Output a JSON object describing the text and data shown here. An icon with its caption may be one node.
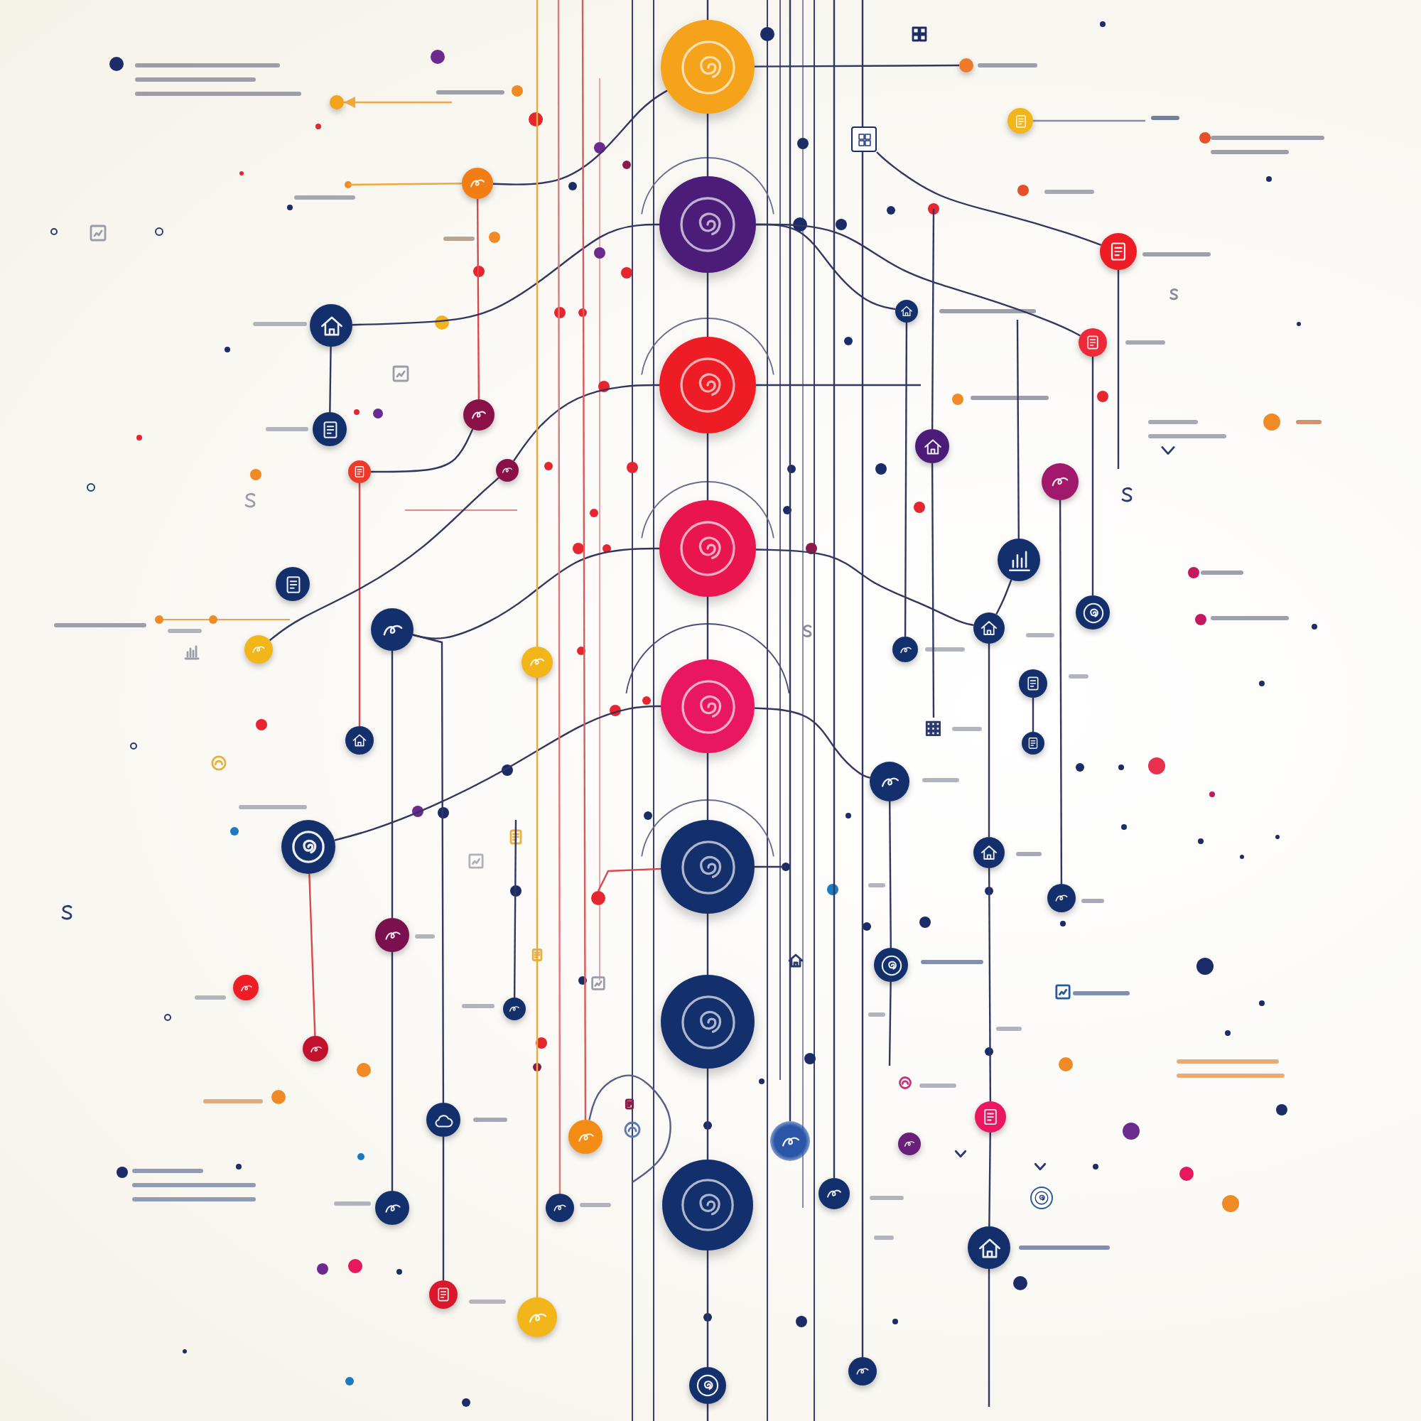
{
  "diagram": {
    "nodes": [
      {
        "text": [],
        "shape": "circle"
      },
      {
        "text": [],
        "shape": "circle"
      },
      {
        "text": [],
        "shape": "circle"
      },
      {
        "text": [],
        "shape": "circle"
      },
      {
        "text": [],
        "shape": "circle"
      },
      {
        "text": [],
        "shape": "circle"
      },
      {
        "text": [],
        "shape": "circle"
      },
      {
        "text": [],
        "shape": "circle"
      },
      {
        "text": [],
        "shape": "circle"
      },
      {
        "text": [],
        "shape": "circle"
      },
      {
        "text": [],
        "shape": "circle"
      },
      {
        "text": [],
        "shape": "circle"
      },
      {
        "text": [],
        "shape": "circle"
      },
      {
        "text": [],
        "shape": "circle"
      },
      {
        "text": [],
        "shape": "circle"
      },
      {
        "text": [],
        "shape": "circle"
      },
      {
        "text": [],
        "shape": "circle"
      },
      {
        "text": [],
        "shape": "circle"
      },
      {
        "text": [],
        "shape": "circle"
      },
      {
        "text": [],
        "shape": "circle"
      },
      {
        "text": [],
        "shape": "circle"
      },
      {
        "text": [],
        "shape": "circle"
      },
      {
        "text": [],
        "shape": "circle"
      },
      {
        "text": [],
        "shape": "circle"
      },
      {
        "text": [],
        "shape": "circle"
      },
      {
        "text": [],
        "shape": "circle"
      },
      {
        "text": [],
        "shape": "circle"
      },
      {
        "text": [],
        "shape": "circle"
      },
      {
        "text": [],
        "shape": "circle"
      },
      {
        "text": [],
        "shape": "circle"
      },
      {
        "text": [],
        "shape": "circle"
      },
      {
        "text": [],
        "shape": "circle"
      },
      {
        "text": [],
        "shape": "circle"
      },
      {
        "text": [],
        "shape": "circle"
      },
      {
        "text": [],
        "shape": "circle"
      },
      {
        "text": [],
        "shape": "circle"
      },
      {
        "text": [],
        "shape": "circle"
      },
      {
        "text": [],
        "shape": "circle"
      },
      {
        "text": [],
        "shape": "circle"
      },
      {
        "text": [],
        "shape": "circle"
      },
      {
        "text": [],
        "shape": "circle"
      },
      {
        "text": [],
        "shape": "circle"
      },
      {
        "text": [],
        "shape": "circle"
      },
      {
        "text": [],
        "shape": "circle"
      },
      {
        "text": [],
        "shape": "circle"
      },
      {
        "text": [],
        "shape": "circle"
      },
      {
        "text": [],
        "shape": "circle"
      },
      {
        "text": [],
        "shape": "circle"
      },
      {
        "text": [],
        "shape": "circle"
      },
      {
        "text": [],
        "shape": "circle"
      },
      {
        "text": [],
        "shape": "circle"
      },
      {
        "text": [],
        "shape": "circle"
      },
      {
        "text": [],
        "shape": "circle"
      },
      {
        "text": [],
        "shape": "circle"
      },
      {
        "text": [],
        "shape": "box"
      },
      {
        "text": [],
        "shape": "circle"
      },
      {
        "text": [],
        "shape": "circle"
      }
    ],
    "edges": [
      {
        "from": 0,
        "to": 1,
        "arrow": "none"
      },
      {
        "from": 1,
        "to": 2,
        "arrow": "none"
      },
      {
        "from": 2,
        "to": 3,
        "arrow": "none"
      },
      {
        "from": 3,
        "to": 4,
        "arrow": "none"
      },
      {
        "from": 4,
        "to": 5,
        "arrow": "none"
      },
      {
        "from": 5,
        "to": 6,
        "arrow": "none"
      },
      {
        "from": 6,
        "to": 7,
        "arrow": "none"
      },
      {
        "from": 7,
        "to": 51,
        "arrow": "none"
      },
      {
        "from": 8,
        "to": 0,
        "arrow": "none"
      },
      {
        "from": 8,
        "to": 11,
        "arrow": "none",
        "color": "#d9484a"
      },
      {
        "from": 11,
        "to": 12,
        "arrow": "none"
      },
      {
        "from": 12,
        "to": 18,
        "arrow": "none",
        "color": "#d9484a"
      },
      {
        "from": 9,
        "to": 10,
        "arrow": "none"
      },
      {
        "from": 9,
        "to": 1,
        "arrow": "none"
      },
      {
        "from": 13,
        "to": 2,
        "arrow": "none"
      },
      {
        "from": 15,
        "to": 13,
        "arrow": "none"
      },
      {
        "from": 16,
        "to": 20,
        "arrow": "none"
      },
      {
        "from": 20,
        "to": 25,
        "arrow": "none"
      },
      {
        "from": 16,
        "to": 23,
        "arrow": "none"
      },
      {
        "from": 16,
        "to": 3,
        "arrow": "none"
      },
      {
        "from": 23,
        "to": 27,
        "arrow": "none"
      },
      {
        "from": 19,
        "to": 4,
        "arrow": "none"
      },
      {
        "from": 19,
        "to": 22,
        "arrow": "none",
        "color": "#d9484a"
      },
      {
        "from": 17,
        "to": 28,
        "arrow": "none",
        "color": "#f0a83c"
      },
      {
        "from": 54,
        "to": 30,
        "arrow": "none"
      },
      {
        "from": 1,
        "to": 31,
        "arrow": "none"
      },
      {
        "from": 1,
        "to": 32,
        "arrow": "none"
      },
      {
        "from": 31,
        "to": 38,
        "arrow": "none"
      },
      {
        "from": 32,
        "to": 36,
        "arrow": "none"
      },
      {
        "from": 34,
        "to": 43,
        "arrow": "none"
      },
      {
        "from": 35,
        "to": 37,
        "arrow": "none"
      },
      {
        "from": 37,
        "to": 42,
        "arrow": "none"
      },
      {
        "from": 42,
        "to": 46,
        "arrow": "none"
      },
      {
        "from": 46,
        "to": 49,
        "arrow": "none"
      },
      {
        "from": 3,
        "to": 37,
        "arrow": "none"
      },
      {
        "from": 39,
        "to": 40,
        "arrow": "none"
      },
      {
        "from": 4,
        "to": 41,
        "arrow": "none"
      },
      {
        "from": 41,
        "to": 44,
        "arrow": "none"
      },
      {
        "from": 0,
        "to": 55,
        "arrow": "none"
      },
      {
        "from": null,
        "to": 56,
        "arrow": "to",
        "color": "#f0a83c"
      },
      {
        "from": null,
        "to": 35,
        "arrow": "none"
      },
      {
        "from": null,
        "to": 52,
        "arrow": "none"
      },
      {
        "from": null,
        "to": 48,
        "arrow": "none"
      },
      {
        "from": null,
        "to": 50,
        "arrow": "none"
      },
      {
        "from": null,
        "to": 26,
        "arrow": "none",
        "color": "#e07878"
      },
      {
        "from": null,
        "to": 24,
        "arrow": "none",
        "color": "#d85a5a"
      },
      {
        "from": 30,
        "to": null,
        "arrow": "none"
      },
      {
        "from": null,
        "to": 33,
        "arrow": "none"
      },
      {
        "from": 33,
        "to": null,
        "arrow": "none"
      },
      {
        "from": 44,
        "to": null,
        "arrow": "none"
      },
      {
        "from": null,
        "to": 29,
        "arrow": "none"
      },
      {
        "from": 49,
        "to": null,
        "arrow": "none"
      },
      {
        "from": null,
        "to": 17,
        "arrow": "none",
        "color": "#f0a83c"
      },
      {
        "from": null,
        "to": 0,
        "arrow": "none"
      },
      {
        "from": 51,
        "to": null,
        "arrow": "none"
      },
      {
        "from": 2,
        "to": null,
        "arrow": "none"
      },
      {
        "from": 5,
        "to": null,
        "arrow": "none"
      },
      {
        "from": 5,
        "to": null,
        "arrow": "none",
        "color": "#d9484a"
      },
      {
        "from": 45,
        "to": null,
        "arrow": "none",
        "color": "#8a8ca0"
      },
      {
        "from": null,
        "to": 8,
        "arrow": "none",
        "color": "#f0a83c"
      },
      {
        "from": 24,
        "to": null,
        "arrow": "none",
        "color": "#5a5c88"
      }
    ]
  }
}
